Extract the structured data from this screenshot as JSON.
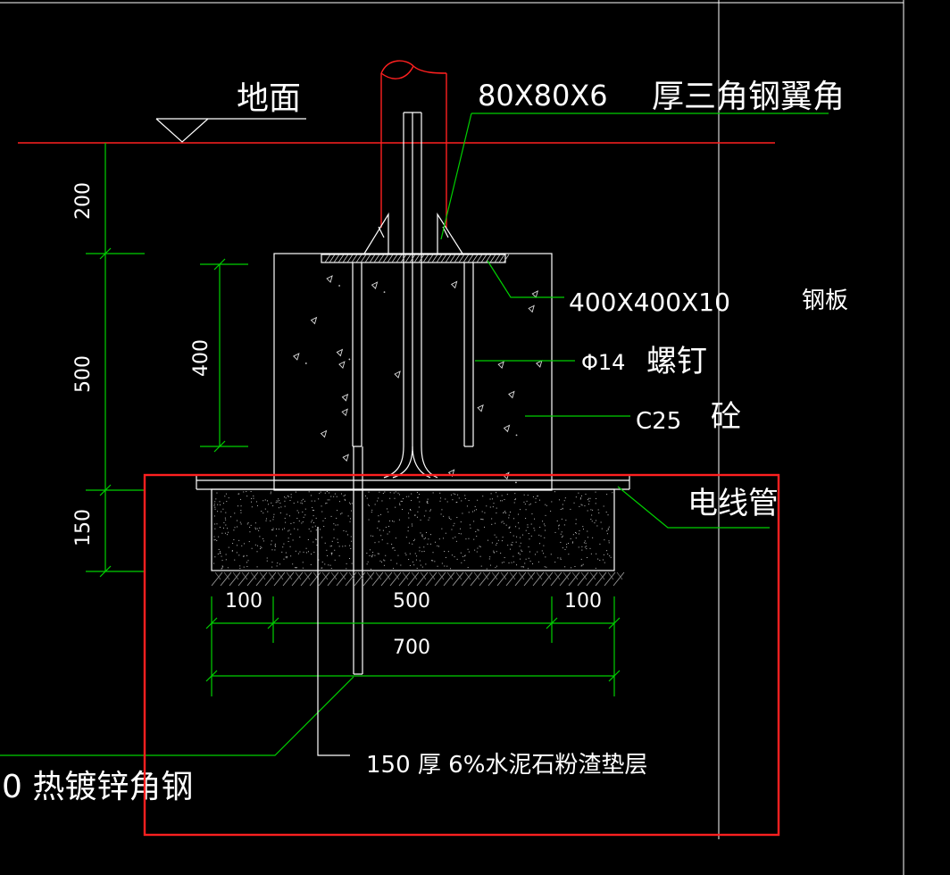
{
  "labels": {
    "ground": "地面",
    "angle_steel_spec": "80X80X6",
    "angle_steel_text": "厚三角钢翼角",
    "plate_spec": "400X400X10",
    "plate_text": "钢板",
    "bolt_spec": "Φ14",
    "bolt_text": "螺钉",
    "concrete_spec": "C25",
    "concrete_text": "砼",
    "conduit": "电线管",
    "galv_angle": "0 热镀锌角钢",
    "cushion": "150  厚 6%水泥石粉渣垫层"
  },
  "dimensions": {
    "d200": "200",
    "d500": "500",
    "d150": "150",
    "d400": "400",
    "d100_left": "100",
    "d500_bottom": "500",
    "d100_right": "100",
    "d700": "700"
  },
  "colors": {
    "dimension": "#00d000",
    "outline": "#ffffff",
    "pole": "#ff2020",
    "highlight": "#ff2020"
  }
}
